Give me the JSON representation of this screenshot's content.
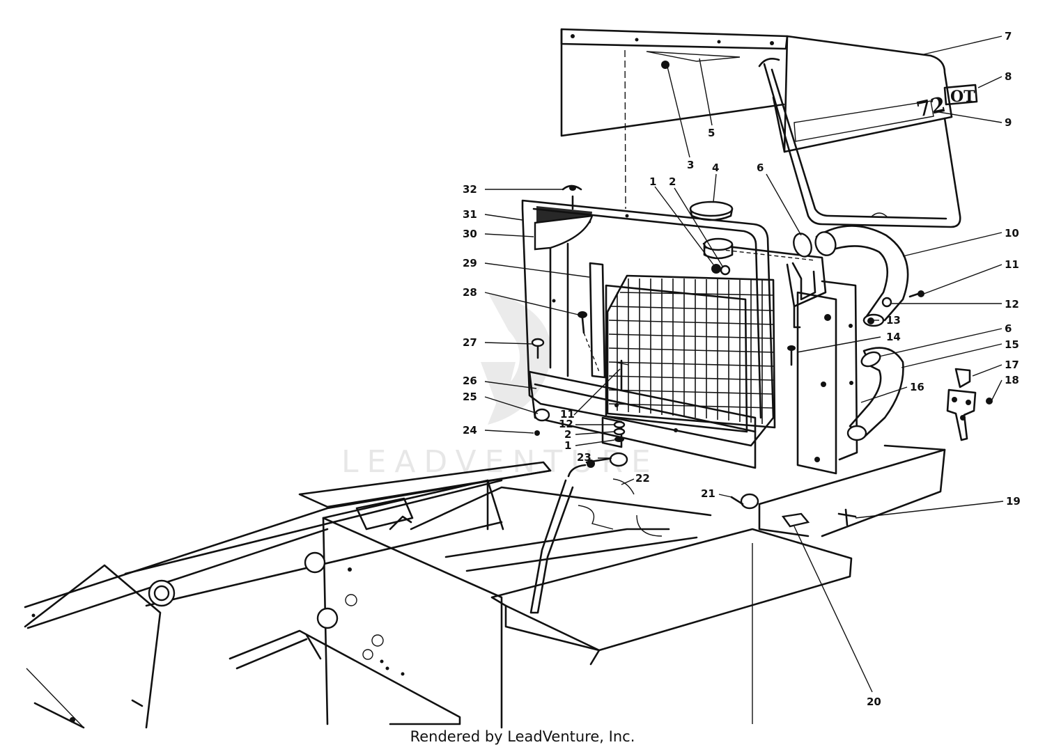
{
  "watermark": "LEADVENTURE",
  "hood_decal": {
    "number": "72",
    "letters": "OT"
  },
  "footer": "Rendered by LeadVenture, Inc.",
  "callouts": [
    {
      "id": "c7",
      "label": "7"
    },
    {
      "id": "c8",
      "label": "8"
    },
    {
      "id": "c9",
      "label": "9"
    },
    {
      "id": "c5",
      "label": "5"
    },
    {
      "id": "c3",
      "label": "3"
    },
    {
      "id": "c4",
      "label": "4"
    },
    {
      "id": "c6a",
      "label": "6"
    },
    {
      "id": "c32",
      "label": "32"
    },
    {
      "id": "c1a",
      "label": "1"
    },
    {
      "id": "c2a",
      "label": "2"
    },
    {
      "id": "c31",
      "label": "31"
    },
    {
      "id": "c30",
      "label": "30"
    },
    {
      "id": "c10",
      "label": "10"
    },
    {
      "id": "c29",
      "label": "29"
    },
    {
      "id": "c11a",
      "label": "11"
    },
    {
      "id": "c12a",
      "label": "12"
    },
    {
      "id": "c28",
      "label": "28"
    },
    {
      "id": "c13",
      "label": "13"
    },
    {
      "id": "c6b",
      "label": "6"
    },
    {
      "id": "c27",
      "label": "27"
    },
    {
      "id": "c14",
      "label": "14"
    },
    {
      "id": "c15",
      "label": "15"
    },
    {
      "id": "c17",
      "label": "17"
    },
    {
      "id": "c26",
      "label": "26"
    },
    {
      "id": "c18",
      "label": "18"
    },
    {
      "id": "c16",
      "label": "16"
    },
    {
      "id": "c25",
      "label": "25"
    },
    {
      "id": "c11b",
      "label": "11"
    },
    {
      "id": "c12b",
      "label": "12"
    },
    {
      "id": "c24",
      "label": "24"
    },
    {
      "id": "c2b",
      "label": "2"
    },
    {
      "id": "c1b",
      "label": "1"
    },
    {
      "id": "c23",
      "label": "23"
    },
    {
      "id": "c22",
      "label": "22"
    },
    {
      "id": "c21",
      "label": "21"
    },
    {
      "id": "c19",
      "label": "19"
    },
    {
      "id": "c20",
      "label": "20"
    }
  ]
}
